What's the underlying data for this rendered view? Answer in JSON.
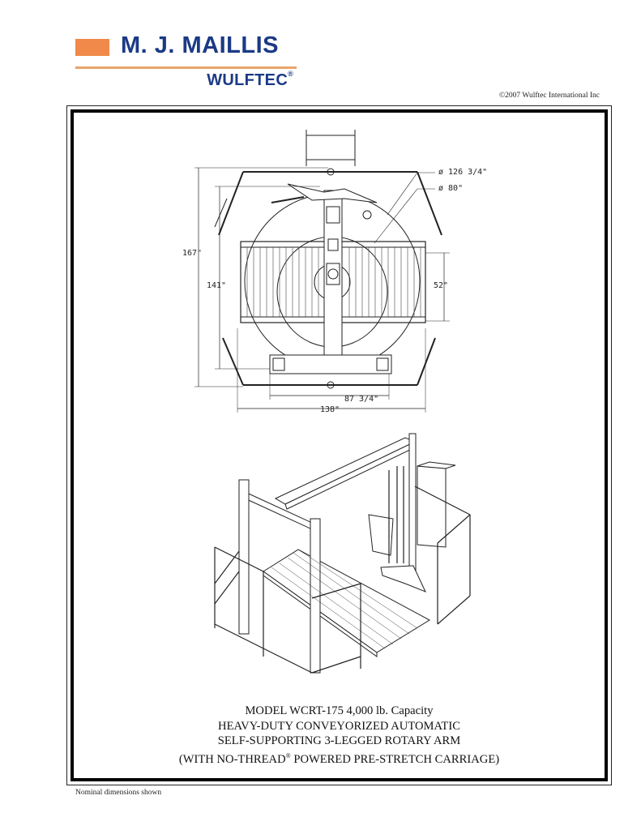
{
  "logo": {
    "name": "M. J. MAILLIS",
    "sub_brand": "WULFTEC",
    "registered_mark": "®",
    "colors": {
      "square": "#f0894a",
      "text": "#1b3a86",
      "rule": "#e9a46a"
    }
  },
  "copyright": "©2007 Wulftec International Inc",
  "top_view_dimensions": {
    "arm_diameter": "ø 126 3/4\"",
    "inner_diameter": "ø 80\"",
    "overall_height": "167\"",
    "inner_height": "141\"",
    "conveyor_width": "52\"",
    "base_width": "87 3/4\"",
    "overall_width": "138\""
  },
  "caption": {
    "line1": "MODEL WCRT-175 4,000 lb. Capacity",
    "line2": "HEAVY-DUTY CONVEYORIZED AUTOMATIC",
    "line3": "SELF-SUPPORTING 3-LEGGED ROTARY ARM",
    "line4_prefix": "(WITH NO-THREAD",
    "line4_mark": "®",
    "line4_suffix": " POWERED PRE-STRETCH CARRIAGE)"
  },
  "footnote": "Nominal dimensions shown"
}
